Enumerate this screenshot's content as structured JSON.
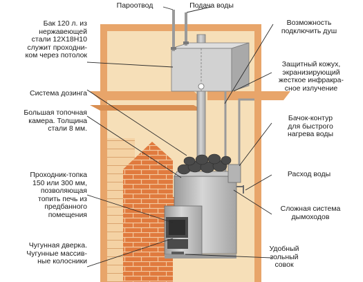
{
  "labels": {
    "tank": "Бак 120 л. из\nнержавеющей\nстали 12Х18Н10\nслужит проходни-\nком через потолок",
    "steam_outlet": "Пароотвод",
    "water_inlet": "Подача воды",
    "shower": "Возможность\nподключить душ",
    "casing": "Защитный кожух,\nэкранизирующий\nжесткое инфракра-\nсное излучение",
    "dosing": "Система дозинга",
    "firebox": "Большая топочная\nкамера. Толщина\nстали 8 мм.",
    "heat_tank": "Бачок-контур\nдля быстрого\nнагрева воды",
    "water_flow": "Расход воды",
    "tunnel": "Проходник-топка\n150 или 300 мм,\nпозволяющая\nтопить печь из\nпредбанного\nпомещения",
    "chimney": "Сложная система\nдымоходов",
    "door": "Чугунная дверка.\nЧугунные массив-\nные колосники",
    "ash": "Удобный\nзольный\nсовок"
  },
  "colors": {
    "wood_frame": "#e8a56a",
    "wall_interior": "#f6dfb8",
    "brick": "#e07a3e",
    "brick_joint": "#f3c9a0",
    "wood_log": "#f4d2a4",
    "steel": "#bfbfbf",
    "steel_dark": "#8c8c8c",
    "stones": "#4a4a4a",
    "leader": "#2a2a2a"
  }
}
